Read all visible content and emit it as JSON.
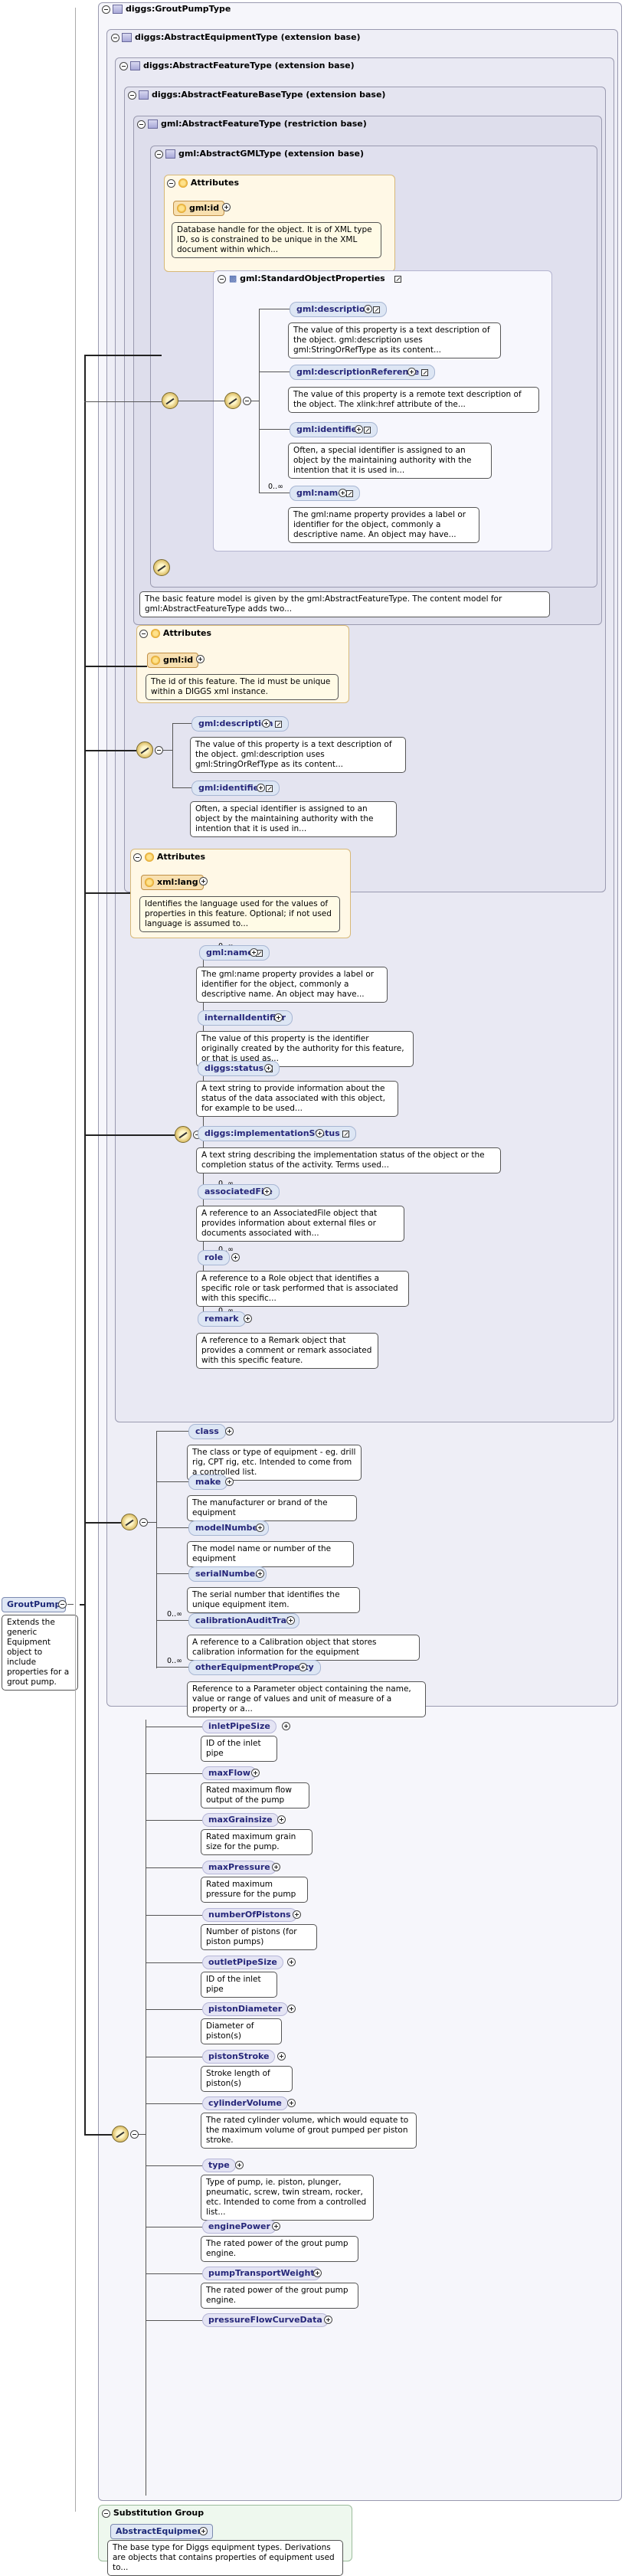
{
  "root": {
    "name": "GroutPump",
    "doc": "Extends the generic Equipment object to include properties for a grout pump."
  },
  "type_title": "diggs:GroutPumpType",
  "bases": {
    "equipment": "diggs:AbstractEquipmentType (extension base)",
    "feature": "diggs:AbstractFeatureType (extension base)",
    "featurebase": "diggs:AbstractFeatureBaseType (extension base)",
    "gmlfeature": "gml:AbstractFeatureType (restriction base)",
    "gmlgml": "gml:AbstractGMLType (extension base)"
  },
  "attributes_label": "Attributes",
  "gml_attr": {
    "name": "gml:id",
    "doc": "Database handle for the object. It is of XML type ID, so is constrained to be unique in the XML document within which..."
  },
  "standard_props": {
    "title": "gml:StandardObjectProperties",
    "items": [
      {
        "name": "gml:description",
        "doc": "The value of this property is a text description of the object. gml:description uses gml:StringOrRefType as its content..."
      },
      {
        "name": "gml:descriptionReference",
        "doc": "The value of this property is a remote text description of the object. The xlink:href attribute of the..."
      },
      {
        "name": "gml:identifier",
        "doc": "Often, a special identifier is assigned to an object by the maintaining authority with the intention that it is used in..."
      },
      {
        "name": "gml:name",
        "mult": "0..∞",
        "doc": "The gml:name property provides a label or identifier for the object, commonly a descriptive name. An object may have..."
      }
    ]
  },
  "gmlfeature_doc": "The basic feature model is given by the gml:AbstractFeatureType. The content model for gml:AbstractFeatureType adds two...",
  "fb_attr": {
    "name": "gml:id",
    "doc": "The id of this feature. The id must be unique within a DIGGS xml instance."
  },
  "fb_items": [
    {
      "name": "gml:description",
      "doc": "The value of this property is a text description of the object. gml:description uses gml:StringOrRefType as its content..."
    },
    {
      "name": "gml:identifier",
      "doc": "Often, a special identifier is assigned to an object by the maintaining authority with the intention that it is used in..."
    }
  ],
  "f_attr": {
    "name": "xml:lang",
    "doc": "Identifies the language used for the values of properties in this feature. Optional; if not used language is assumed to..."
  },
  "f_items": [
    {
      "name": "gml:name",
      "mult": "0..∞",
      "doc": "The gml:name property provides a label or identifier for the object, commonly a descriptive name. An object may have..."
    },
    {
      "name": "internalIdentifier",
      "doc": "The value of this property is the identifier originally created by the authority for this feature, or that is used as..."
    },
    {
      "name": "diggs:status",
      "doc": "A text string to provide information about the status of the data associated with this object, for example to be used..."
    },
    {
      "name": "diggs:implementationStatus",
      "doc": "A text string describing the implementation status of the object or the completion status of the activity. Terms used..."
    },
    {
      "name": "associatedFile",
      "mult": "0..∞",
      "doc": "A reference to an AssociatedFile object that provides information about external files or documents associated with..."
    },
    {
      "name": "role",
      "mult": "0..∞",
      "doc": "A reference to a Role object that identifies a specific role or task performed that is associated with this specific..."
    },
    {
      "name": "remark",
      "mult": "0..∞",
      "doc": "A reference to a Remark object that provides a comment or remark associated with this specific feature."
    }
  ],
  "eq_items": [
    {
      "name": "class",
      "doc": "The class or type of equipment - eg. drill rig, CPT rig, etc. Intended to come from a controlled list."
    },
    {
      "name": "make",
      "doc": "The manufacturer or brand of the equipment"
    },
    {
      "name": "modelNumber",
      "doc": "The model name or number of the equipment"
    },
    {
      "name": "serialNumber",
      "doc": "The serial number that identifies the unique equipment item."
    },
    {
      "name": "calibrationAuditTrail",
      "mult": "0..∞",
      "doc": "A reference to a Calibration object that stores calibration information for the equipment"
    },
    {
      "name": "otherEquipmentProperty",
      "mult": "0..∞",
      "doc": "Reference to a Parameter object containing the name, value or range of values and unit of measure of a property or a..."
    }
  ],
  "gp_items": [
    {
      "name": "inletPipeSize",
      "doc": "ID of the inlet pipe"
    },
    {
      "name": "maxFlow",
      "doc": "Rated maximum flow output of the pump"
    },
    {
      "name": "maxGrainsize",
      "doc": "Rated maximum grain size for the pump."
    },
    {
      "name": "maxPressure",
      "doc": "Rated maximum pressure for the pump"
    },
    {
      "name": "numberOfPistons",
      "doc": "Number of pistons (for piston pumps)"
    },
    {
      "name": "outletPipeSize",
      "doc": "ID of the inlet pipe"
    },
    {
      "name": "pistonDiameter",
      "doc": "Diameter of piston(s)"
    },
    {
      "name": "pistonStroke",
      "doc": "Stroke length of piston(s)"
    },
    {
      "name": "cylinderVolume",
      "doc": "The rated cylinder volume, which would equate to the maximum volume of grout pumped per piston stroke."
    },
    {
      "name": "type",
      "doc": "Type of pump, ie. piston, plunger, pneumatic, screw, twin stream, rocker, etc. Intended to come from a controlled list..."
    },
    {
      "name": "enginePower",
      "doc": "The rated power of the grout pump engine."
    },
    {
      "name": "pumpTransportWeight",
      "doc": "The rated power of the grout pump engine."
    },
    {
      "name": "pressureFlowCurveData",
      "doc": ""
    }
  ],
  "substitution": {
    "title": "Substitution Group",
    "name": "AbstractEquipment",
    "doc": "The base type for Diggs equipment types. Derivations are objects that contains properties of equipment used to..."
  }
}
